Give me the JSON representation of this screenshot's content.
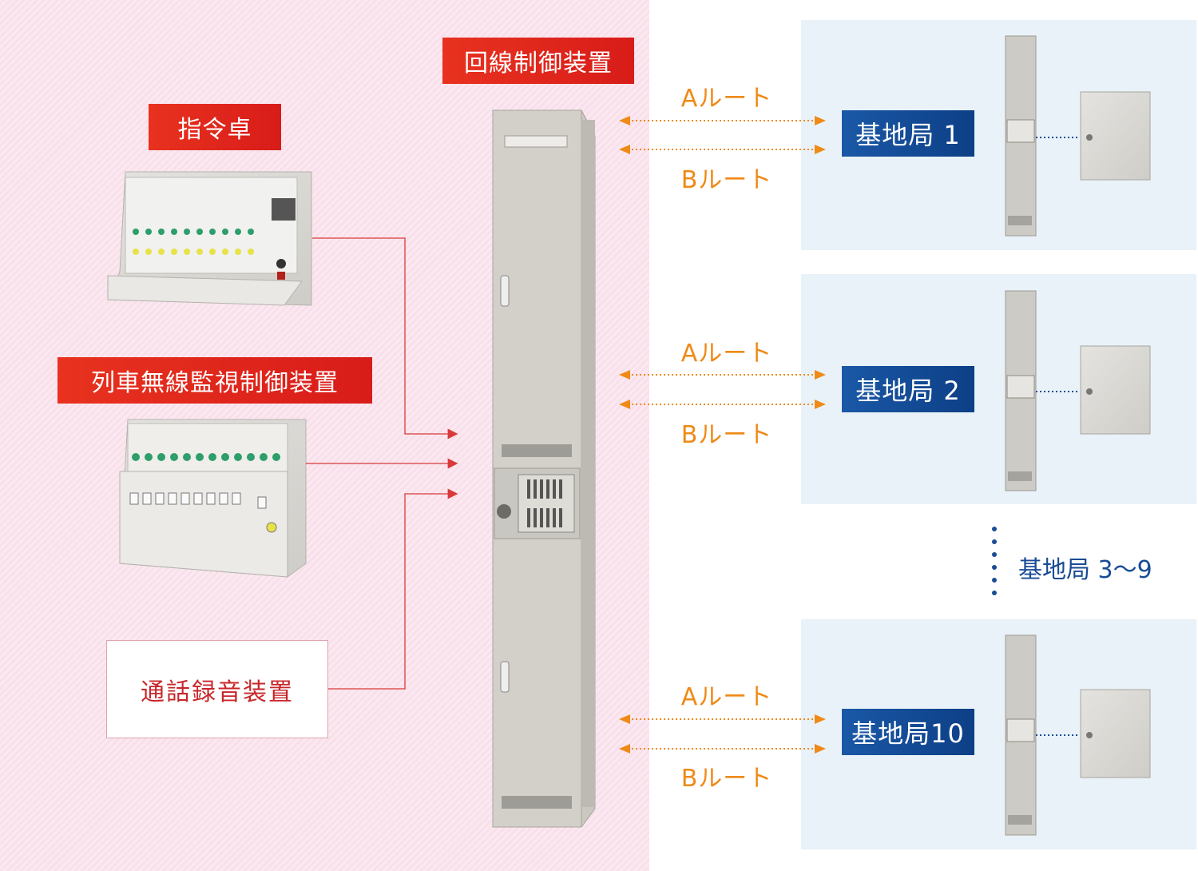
{
  "labels": {
    "line_controller": "回線制御装置",
    "command_console": "指令卓",
    "train_radio_monitor": "列車無線監視制御装置",
    "call_recorder": "通話録音装置",
    "other_stations": "基地局 3〜9"
  },
  "routes": {
    "a": "Aルート",
    "b": "Bルート"
  },
  "stations": [
    {
      "label": "基地局 1"
    },
    {
      "label": "基地局 2"
    },
    {
      "label": "基地局10"
    }
  ],
  "colors": {
    "red_label": "#e3261b",
    "blue_label": "#154c98",
    "route_orange": "#ef8a17",
    "connector_red": "#d83a3a",
    "panel_blue": "#e9f2f8"
  }
}
